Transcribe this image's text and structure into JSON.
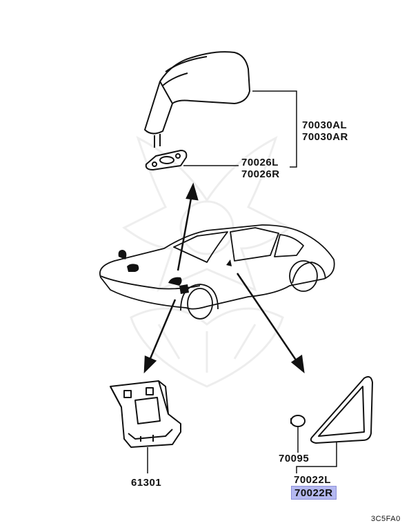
{
  "diagram": {
    "parts": {
      "mirror_assembly": [
        "70030AL",
        "70030AR"
      ],
      "mirror_base": [
        "70026L",
        "70026R"
      ],
      "bracket": "61301",
      "cap": "70095",
      "corner_cover_left": "70022L",
      "corner_cover_right": "70022R"
    },
    "highlighted_part": "70022R",
    "diagram_code": "3C5FA0",
    "accent_color": "#b4b8f0"
  }
}
